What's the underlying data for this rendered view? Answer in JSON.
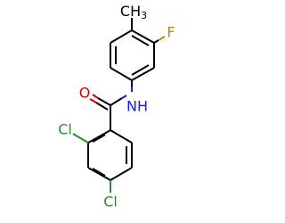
{
  "molecule": {
    "atoms": {
      "methyl": {
        "text": "CH",
        "sub": "3",
        "color": "#000000"
      },
      "fluorine": {
        "text": "F",
        "color": "#b38f00"
      },
      "nitrogen_h": {
        "text": "NH",
        "color": "#1a1ae6"
      },
      "oxygen": {
        "text": "O",
        "color": "#cc0000"
      },
      "chlorine_2": {
        "text": "Cl",
        "color": "#2e8b2e"
      },
      "chlorine_4": {
        "text": "Cl",
        "color": "#2e8b2e"
      }
    }
  }
}
